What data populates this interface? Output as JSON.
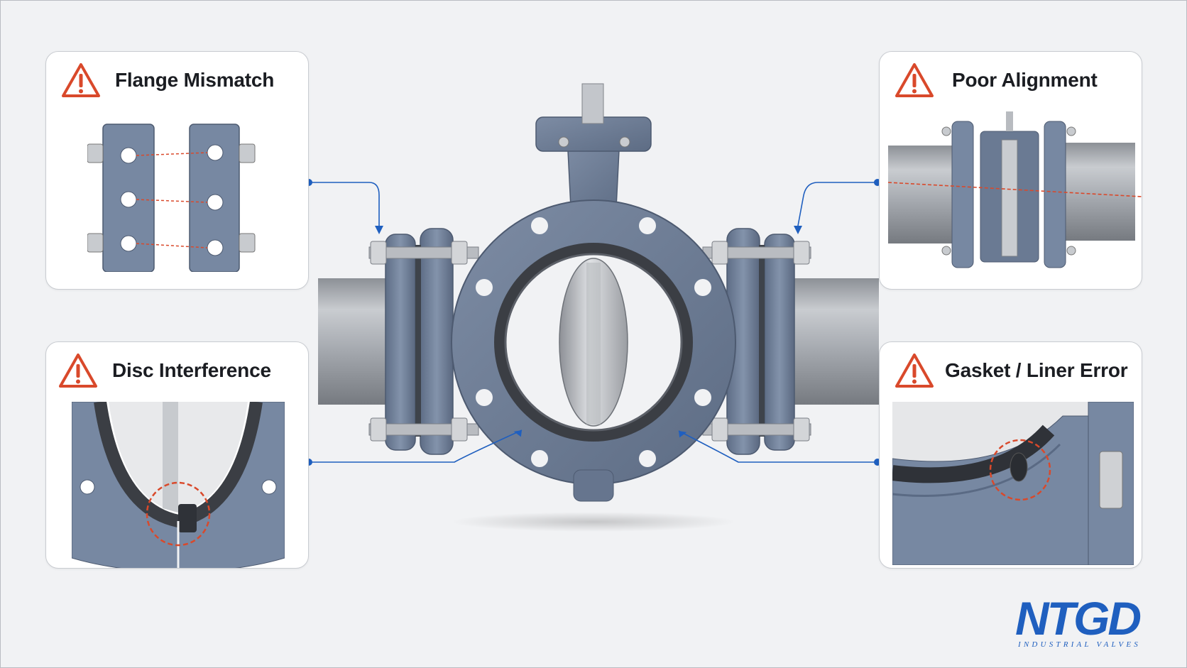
{
  "panels": {
    "flange_mismatch": {
      "title": "Flange Mismatch"
    },
    "poor_alignment": {
      "title": "Poor Alignment"
    },
    "disc_interference": {
      "title": "Disc Interference"
    },
    "gasket_liner_error": {
      "title": "Gasket / Liner Error"
    }
  },
  "brand": {
    "logo": "NTGD",
    "tagline": "INDUSTRIAL VALVES"
  },
  "colors": {
    "background": "#f1f2f4",
    "valve_body": "#6f7f98",
    "pipe": "#9fa3a9",
    "liner": "#3b3e44",
    "warning": "#d9492b",
    "callout_line": "#1f5fbf",
    "brand": "#1f5fbf"
  },
  "icons": [
    "warning-triangle-icon"
  ]
}
